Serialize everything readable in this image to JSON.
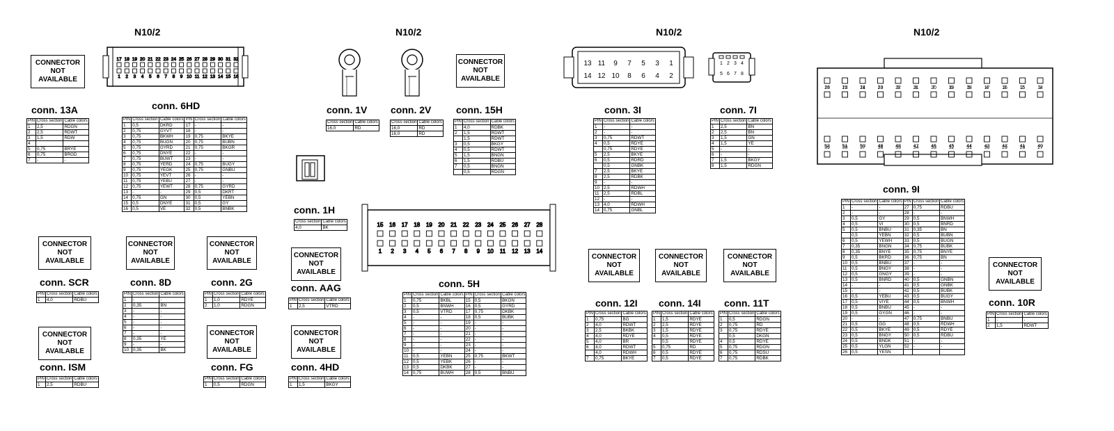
{
  "headers": [
    "N10/2",
    "N10/2",
    "N10/2",
    "N10/2"
  ],
  "not_available_label": "CONNECTOR NOT AVAILABLE",
  "connectors": {
    "c13a": {
      "title": "conn. 13A",
      "cols": [
        "PIN",
        "Cross section",
        "Cable colors"
      ],
      "rows": [
        [
          "1",
          "2,5",
          "RDGN"
        ],
        [
          "2",
          "2,5",
          "RDWT"
        ],
        [
          "3",
          "1,5",
          "RDW"
        ],
        [
          "4",
          "",
          ""
        ],
        [
          "5",
          "0,75",
          "BRYE"
        ],
        [
          "6",
          "0,75",
          "BRGD"
        ],
        [
          "7",
          "-",
          "-"
        ]
      ]
    },
    "c6hd": {
      "title": "conn. 6HD",
      "cols": [
        "PIN",
        "Cross section",
        "Cable colors",
        "PIN",
        "Cross section",
        "Cable colors"
      ],
      "rows": [
        [
          "1",
          "0,5",
          "DKRD",
          "17",
          "-",
          "-"
        ],
        [
          "2",
          "0,75",
          "GYVT",
          "18",
          "-",
          "-"
        ],
        [
          "3",
          "0,75",
          "BKWH",
          "19",
          "0,75",
          "BKYE"
        ],
        [
          "4",
          "0,75",
          "BUGN",
          "20",
          "0,75",
          "BUBN"
        ],
        [
          "5",
          "0,75",
          "GYRD",
          "21",
          "0,75",
          "BKGR"
        ],
        [
          "6",
          "0,75",
          "DNYE",
          "22",
          "-",
          "-"
        ],
        [
          "7",
          "0,75",
          "BUWT",
          "23",
          "-",
          "-"
        ],
        [
          "8",
          "0,75",
          "YERD",
          "24",
          "0,75",
          "BUGY"
        ],
        [
          "9",
          "0,75",
          "YEGK",
          "25",
          "0,75",
          "GNBU"
        ],
        [
          "10",
          "0,75",
          "YEVT",
          "26",
          "-",
          "-"
        ],
        [
          "11",
          "0,75",
          "YEBU",
          "27",
          "-",
          "-"
        ],
        [
          "12",
          "0,75",
          "YEWT",
          "28",
          "0,75",
          "GYRD"
        ],
        [
          "13",
          "-",
          "-",
          "29",
          "0,5",
          "DKRT"
        ],
        [
          "14",
          "0,75",
          "GN",
          "30",
          "0,5",
          "YEBN"
        ],
        [
          "15",
          "0,5",
          "DNYE",
          "31",
          "0,5",
          "GY"
        ],
        [
          "16",
          "0,5",
          "VE",
          "32",
          "0,5",
          "BNBK"
        ]
      ]
    },
    "c1v": {
      "title": "conn. 1V",
      "cols": [
        "Cross section",
        "Cable colors"
      ],
      "rows": [
        [
          "16,0",
          "RD"
        ]
      ]
    },
    "c2v": {
      "title": "conn. 2V",
      "cols": [
        "Cross section",
        "Cable colors"
      ],
      "rows": [
        [
          "16,0",
          "RD"
        ],
        [
          "16,0",
          "RD"
        ]
      ]
    },
    "c15h": {
      "title": "conn. 15H",
      "cols": [
        "PIN",
        "Cross section",
        "Cable colors"
      ],
      "rows": [
        [
          "1",
          "4,0",
          "RDBK"
        ],
        [
          "2",
          "1,5",
          "RDWT"
        ],
        [
          "",
          "1,5",
          "RDWT"
        ],
        [
          "3",
          "0,5",
          "BKGY"
        ],
        [
          "4",
          "0,5",
          "RDWT"
        ],
        [
          "5",
          "1,5",
          "BNGN"
        ],
        [
          "6",
          "1,5",
          "RDBU"
        ],
        [
          "7",
          "0,5",
          "BNGN"
        ],
        [
          "",
          "0,5",
          "RDGN"
        ]
      ]
    },
    "c3i": {
      "title": "conn. 3I",
      "cols": [
        "PIN",
        "Cross section",
        "Cable colors"
      ],
      "rows": [
        [
          "1",
          "-",
          "-"
        ],
        [
          "2",
          "-",
          "-"
        ],
        [
          "3",
          "0,75",
          "RDWT"
        ],
        [
          "4",
          "0,5",
          "RDYE"
        ],
        [
          "",
          "0,75",
          "RDYE"
        ],
        [
          "5",
          "2,5",
          "BKYE"
        ],
        [
          "6",
          "0,5",
          "RDRD"
        ],
        [
          "",
          "0,5",
          "GNBK"
        ],
        [
          "7",
          "2,5",
          "BKYE"
        ],
        [
          "8",
          "2,5",
          "RDBK"
        ],
        [
          "9",
          "-",
          "-"
        ],
        [
          "10",
          "2,5",
          "RDWH"
        ],
        [
          "11",
          "2,5",
          "RDBL"
        ],
        [
          "12",
          "-",
          "-"
        ],
        [
          "13",
          "4,0",
          "RDWH"
        ],
        [
          "14",
          "0,75",
          "GNBL"
        ]
      ]
    },
    "c7i": {
      "title": "conn. 7I",
      "cols": [
        "PIN",
        "Cross section",
        "Cable colors"
      ],
      "rows": [
        [
          "1",
          "2,5",
          "BN"
        ],
        [
          "2",
          "2,5",
          "BN"
        ],
        [
          "3",
          "1,5",
          "GN"
        ],
        [
          "4",
          "1,5",
          "YE"
        ],
        [
          "5",
          "-",
          "-"
        ],
        [
          "6",
          "-",
          "-"
        ],
        [
          "7",
          "1,5",
          "BKGY"
        ],
        [
          "8",
          "1,5",
          "RDGN"
        ]
      ]
    },
    "c9i": {
      "title": "conn. 9I",
      "cols": [
        "PIN",
        "Cross section",
        "Cable colors",
        "PIN",
        "Cross section",
        "Cable colors"
      ],
      "rows": [
        [
          "1",
          "-",
          "-",
          "27",
          "0,75",
          "RDBU"
        ],
        [
          "2",
          "-",
          "-",
          "28",
          "-",
          "-"
        ],
        [
          "3",
          "0,5",
          "GY",
          "29",
          "0,5",
          "BNWH"
        ],
        [
          "4",
          "0,5",
          "VI",
          "30",
          "0,5",
          "BNRD"
        ],
        [
          "5",
          "0,5",
          "BNBU",
          "31",
          "0,35",
          "BN"
        ],
        [
          "",
          "0,5",
          "YEBN",
          "32",
          "0,5",
          "BUBN"
        ],
        [
          "6",
          "0,5",
          "YEWH",
          "33",
          "0,5",
          "BUGN"
        ],
        [
          "7",
          "0,35",
          "BNGN",
          "34",
          "0,75",
          "BUBK"
        ],
        [
          "8",
          "0,35",
          "BNYE",
          "35",
          "0,75",
          "BNYE"
        ],
        [
          "9",
          "0,5",
          "BKRD",
          "36",
          "0,75",
          "BN"
        ],
        [
          "10",
          "0,5",
          "BNBU",
          "37",
          "-",
          "-"
        ],
        [
          "11",
          "0,5",
          "BNGY",
          "38",
          "-",
          "-"
        ],
        [
          "12",
          "0,5",
          "GNGY",
          "39",
          "-",
          "-"
        ],
        [
          "13",
          "0,5",
          "BNRD",
          "40",
          "0,5",
          "GNBN"
        ],
        [
          "14",
          "-",
          "-",
          "41",
          "0,5",
          "GNBK"
        ],
        [
          "15",
          "-",
          "-",
          "42",
          "0,5",
          "BUBK"
        ],
        [
          "16",
          "0,5",
          "YEBU",
          "43",
          "0,5",
          "BUGY"
        ],
        [
          "17",
          "0,5",
          "VIYE",
          "44",
          "0,5",
          "BNWH"
        ],
        [
          "18",
          "0,5",
          "BNBU",
          "45",
          "-",
          "-"
        ],
        [
          "19",
          "0,5",
          "GYGN",
          "46",
          "-",
          "-"
        ],
        [
          "20",
          "-",
          "-",
          "47",
          "0,75",
          "BNBU"
        ],
        [
          "21",
          "0,5",
          "GG",
          "48",
          "0,5",
          "RDWH"
        ],
        [
          "22",
          "0,5",
          "BKYE",
          "49",
          "0,5",
          "RDYE"
        ],
        [
          "23",
          "0,5",
          "BNGY",
          "50",
          "0,5",
          "RDBU"
        ],
        [
          "24",
          "0,5",
          "BNDK",
          "51",
          "-",
          "-"
        ],
        [
          "25",
          "0,5",
          "YLGN",
          "52",
          "-",
          "-"
        ],
        [
          "26",
          "0,5",
          "YESN",
          "",
          "",
          ""
        ]
      ]
    },
    "cscr": {
      "title": "conn. SCR",
      "cols": [
        "PIN",
        "Cross section",
        "Cable colors"
      ],
      "rows": [
        [
          "1",
          "4,0",
          "RDBU"
        ]
      ]
    },
    "c8d": {
      "title": "conn. 8D",
      "cols": [
        "PIN",
        "Cross section",
        "Cable colors"
      ],
      "rows": [
        [
          "1",
          "-",
          "-"
        ],
        [
          "2",
          "0,35",
          "BN"
        ],
        [
          "3",
          "-",
          "-"
        ],
        [
          "4",
          "-",
          "-"
        ],
        [
          "5",
          "-",
          "-"
        ],
        [
          "6",
          "-",
          "-"
        ],
        [
          "7",
          "-",
          "-"
        ],
        [
          "8",
          "0,35",
          "YE"
        ],
        [
          "9",
          "-",
          "-"
        ],
        [
          "10",
          "0,35",
          "BK"
        ]
      ]
    },
    "c2g": {
      "title": "conn. 2G",
      "cols": [
        "PIN",
        "Cross section",
        "Cable colors"
      ],
      "rows": [
        [
          "1",
          "1,0",
          "RDYE"
        ],
        [
          "2",
          "1,0",
          "RDGN"
        ]
      ]
    },
    "cism": {
      "title": "conn. ISM",
      "cols": [
        "PIN",
        "Cross section",
        "Cable colors"
      ],
      "rows": [
        [
          "1",
          "2,5",
          "RDBU"
        ]
      ]
    },
    "cfg": {
      "title": "conn. FG",
      "cols": [
        "PIN",
        "Cross section",
        "Cable colors"
      ],
      "rows": [
        [
          "1",
          "0,5",
          "RDGN"
        ]
      ]
    },
    "c1h": {
      "title": "conn. 1H",
      "cols": [
        "Cross section",
        "Cable colors"
      ],
      "rows": [
        [
          "4,0",
          "BK"
        ]
      ]
    },
    "caag": {
      "title": "conn. AAG",
      "cols": [
        "PIN",
        "Cross section",
        "Cable colors"
      ],
      "rows": [
        [
          "1",
          "2,5",
          "VTRD"
        ]
      ]
    },
    "c4hd": {
      "title": "conn. 4HD",
      "cols": [
        "PIN",
        "Cross section",
        "Cable colors"
      ],
      "rows": [
        [
          "1",
          "1,5",
          "BKGY"
        ]
      ]
    },
    "c5h": {
      "title": "conn. 5H",
      "cols": [
        "PIN",
        "Cross section",
        "Cable colors",
        "PIN",
        "Cross section",
        "Cable colors"
      ],
      "rows": [
        [
          "1",
          "0,75",
          "BKBL",
          "15",
          "0,5",
          "BKGN"
        ],
        [
          "2",
          "0,5",
          "BNWH",
          "16",
          "0,5",
          "GYRD"
        ],
        [
          "3",
          "0,5",
          "VTRD",
          "17",
          "0,75",
          "DKBK"
        ],
        [
          "4",
          "-",
          "-",
          "18",
          "0,5",
          "BUBK"
        ],
        [
          "5",
          "-",
          "-",
          "19",
          "-",
          "-"
        ],
        [
          "6",
          "-",
          "-",
          "20",
          "-",
          "-"
        ],
        [
          "7",
          "-",
          "-",
          "21",
          "-",
          "-"
        ],
        [
          "8",
          "-",
          "-",
          "22",
          "-",
          "-"
        ],
        [
          "9",
          "-",
          "-",
          "23",
          "-",
          "-"
        ],
        [
          "10",
          "-",
          "-",
          "24",
          "-",
          "-"
        ],
        [
          "11",
          "0,5",
          "YEBN",
          "25",
          "0,75",
          "BKWT"
        ],
        [
          "12",
          "0,5",
          "YEBK",
          "26",
          "-",
          "-"
        ],
        [
          "13",
          "0,5",
          "DKBK",
          "27",
          "-",
          "-"
        ],
        [
          "14",
          "0,75",
          "BUWH",
          "28",
          "0,5",
          "BNBU"
        ]
      ]
    },
    "c12i": {
      "title": "conn. 12I",
      "cols": [
        "PIN",
        "Cross section",
        "Cable colors"
      ],
      "rows": [
        [
          "1",
          "0,75",
          "BG"
        ],
        [
          "2",
          "4,0",
          "RDWT"
        ],
        [
          "3",
          "2,5",
          "BKBK"
        ],
        [
          "4",
          "4,0",
          "RDYE"
        ],
        [
          "5",
          "4,0",
          "BR"
        ],
        [
          "6",
          "4,0",
          "RDWT"
        ],
        [
          "",
          "4,0",
          "RDWH"
        ],
        [
          "7",
          "0,75",
          "BKYE"
        ]
      ]
    },
    "c14i": {
      "title": "conn. 14I",
      "cols": [
        "PIN",
        "Cross section",
        "Cable colors"
      ],
      "rows": [
        [
          "1",
          "1,5",
          "RDYE"
        ],
        [
          "2",
          "2,5",
          "RDYE"
        ],
        [
          "3",
          "1,5",
          "RDYE"
        ],
        [
          "4",
          "0,5",
          "RDYE"
        ],
        [
          "",
          "0,5",
          "RDYE"
        ],
        [
          "5",
          "0,75",
          "RD"
        ],
        [
          "6",
          "0,5",
          "RDYE"
        ],
        [
          "7",
          "0,5",
          "RDYE"
        ]
      ]
    },
    "c11t": {
      "title": "conn. 11T",
      "cols": [
        "PIN",
        "Cross section",
        "Cable colors"
      ],
      "rows": [
        [
          "1",
          "0,5",
          "RDGN"
        ],
        [
          "2",
          "0,75",
          "RD"
        ],
        [
          "3",
          "0,75",
          "RDYE"
        ],
        [
          "",
          "0,5",
          "DKGN"
        ],
        [
          "4",
          "0,5",
          "RDYE"
        ],
        [
          "5",
          "0,75",
          "RDGN"
        ],
        [
          "6",
          "0,75",
          "RDSU"
        ],
        [
          "7",
          "0,75",
          "RDBK"
        ]
      ]
    },
    "c10r": {
      "title": "conn. 10R",
      "cols": [
        "PIN",
        "Cross section",
        "Cable colors"
      ],
      "rows": [
        [
          "1",
          "-",
          "-"
        ],
        [
          "2",
          "1,5",
          "RDWT"
        ]
      ]
    }
  },
  "connector_numbers": {
    "c6hd_top": [
      "17",
      "18",
      "19",
      "20",
      "21",
      "22",
      "23",
      "24",
      "25",
      "26",
      "27",
      "28",
      "29",
      "30",
      "31",
      "32"
    ],
    "c6hd_bottom": [
      "1",
      "2",
      "3",
      "4",
      "5",
      "6",
      "7",
      "8",
      "9",
      "10",
      "11",
      "12",
      "13",
      "14",
      "15",
      "16"
    ],
    "c3i_top": [
      "13",
      "11",
      "9",
      "7",
      "5",
      "3",
      "1"
    ],
    "c3i_bottom": [
      "14",
      "12",
      "10",
      "8",
      "6",
      "4",
      "2"
    ],
    "c7i_top": [
      "1",
      "2",
      "3",
      "4"
    ],
    "c7i_bottom": [
      "5",
      "6",
      "7",
      "8"
    ],
    "c5h_top": [
      "15",
      "16",
      "17",
      "18",
      "19",
      "20",
      "21",
      "22",
      "23",
      "24",
      "25",
      "26",
      "27",
      "28"
    ],
    "c5h_bottom": [
      "1",
      "2",
      "3",
      "4",
      "5",
      "6",
      "7",
      "8",
      "9",
      "10",
      "11",
      "12",
      "13",
      "14"
    ],
    "c9i_r1": [
      "13",
      "12",
      "11",
      "10",
      "9",
      "8",
      "7",
      "6",
      "5",
      "4",
      "3",
      "2",
      "1"
    ],
    "c9i_r2": [
      "26",
      "25",
      "24",
      "23",
      "22",
      "21",
      "20",
      "19",
      "18",
      "17",
      "16",
      "15",
      "14"
    ],
    "c9i_r3": [
      "39",
      "38",
      "37",
      "36",
      "35",
      "34",
      "33",
      "32",
      "31",
      "30",
      "29",
      "28",
      "27"
    ],
    "c9i_r4": [
      "52",
      "51",
      "50",
      "49",
      "48",
      "47",
      "46",
      "45",
      "44",
      "43",
      "42",
      "41",
      "40"
    ]
  }
}
